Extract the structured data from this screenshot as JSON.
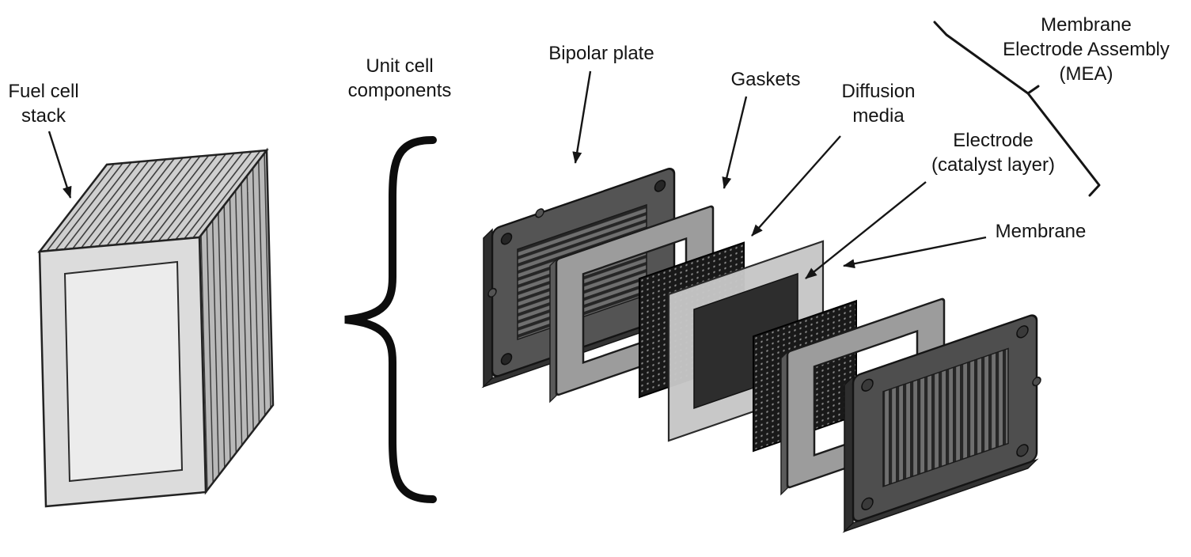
{
  "labels": {
    "fuel_cell_stack": "Fuel cell\nstack",
    "unit_cell_components": "Unit cell\ncomponents",
    "bipolar_plate": "Bipolar plate",
    "gaskets": "Gaskets",
    "diffusion_media": "Diffusion\nmedia",
    "electrode": "Electrode\n(catalyst layer)",
    "membrane": "Membrane",
    "mea": "Membrane\nElectrode Assembly\n(MEA)"
  },
  "colors": {
    "ink": "#151515",
    "bipolar_plate_fill": "#545454",
    "gasket_fill": "#9c9c9c",
    "membrane_fill": "#c6c6c6",
    "electrode_fill": "#2d2d2d",
    "diffusion_fill": "#191919",
    "stack_front_fill": "#dcdcdc",
    "background": "#ffffff"
  }
}
